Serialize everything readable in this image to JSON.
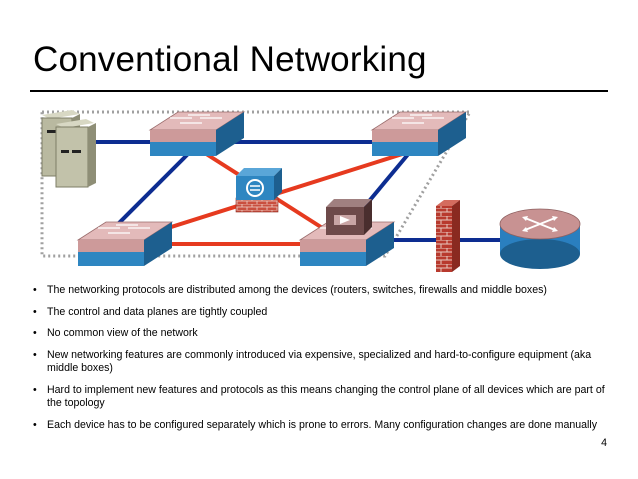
{
  "slide": {
    "title": "Conventional Networking",
    "page_number": "4"
  },
  "bullets": [
    "The networking protocols are distributed among the devices (routers, switches, firewalls and middle boxes)",
    "The control and data planes are tightly coupled",
    "No common view of the network",
    "New networking features are commonly introduced via expensive, specialized and hard-to-configure equipment (aka middle boxes)",
    "Hard to implement new features and protocols as this means changing the control plane of all devices which are part of the topology",
    "Each device has to be configured separately which is prone to errors. Many configuration changes are done manually"
  ],
  "diagram": {
    "colors": {
      "link_blue": "#0d2d91",
      "link_red": "#e63a1f",
      "switch_top": "#cd9a9a",
      "switch_front": "#2e86c1",
      "firewall": "#b83a2e",
      "router_top": "#c89292",
      "router_side": "#2a7fbf",
      "server": "#b9b9a0"
    },
    "icons": [
      "server-icon",
      "switch-icon",
      "security-appliance-icon",
      "middlebox-icon",
      "firewall-icon",
      "router-icon"
    ]
  }
}
